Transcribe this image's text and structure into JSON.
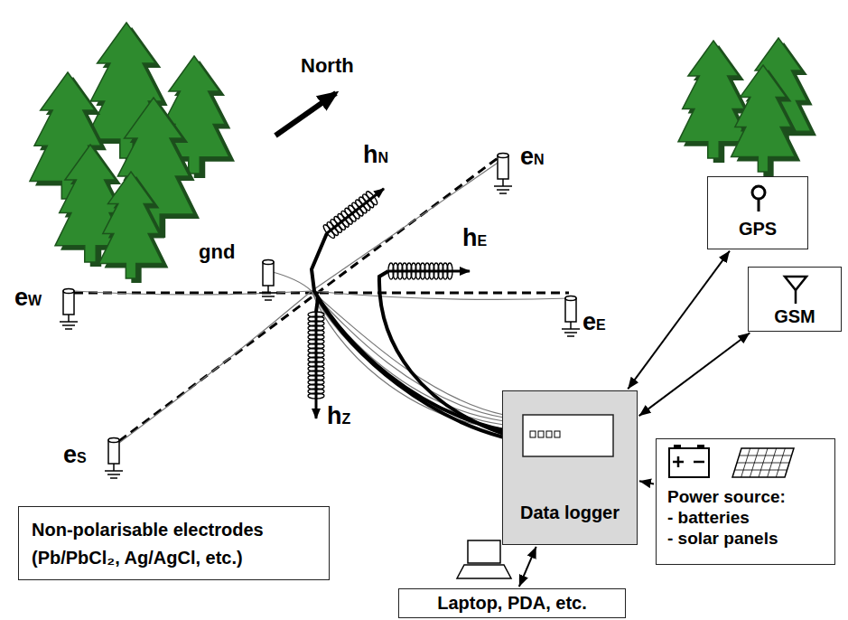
{
  "diagram": {
    "nodes": [
      {
        "text": [
          "GPS"
        ]
      },
      {
        "text": [
          "GSM"
        ]
      },
      {
        "text": [
          "Data logger"
        ]
      },
      {
        "text": [
          "Power source:",
          "- batteries",
          "- solar panels"
        ]
      },
      {
        "text": [
          "Laptop, PDA, etc."
        ]
      },
      {
        "text": [
          "Non-polarisable electrodes",
          "(Pb/PbCl₂, Ag/AgCl, etc.)"
        ]
      }
    ],
    "edges": [
      {
        "from": 2,
        "to": 0,
        "arrow": "both"
      },
      {
        "from": 2,
        "to": 1,
        "arrow": "both"
      },
      {
        "from": 2,
        "to": 4,
        "arrow": "both"
      },
      {
        "from": 3,
        "to": 2,
        "arrow": "to"
      }
    ],
    "labels": [
      "North",
      "eN",
      "hN",
      "hE",
      "gnd",
      "eW",
      "eE",
      "hZ",
      "eS"
    ]
  }
}
